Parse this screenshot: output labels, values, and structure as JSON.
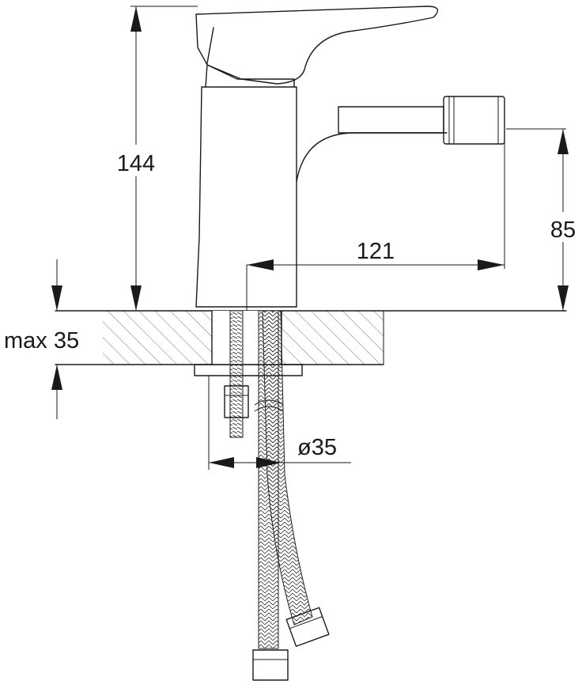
{
  "dimensions": {
    "height_total": "144",
    "outlet_height": "85",
    "spout_reach": "121",
    "max_deck_thickness": "max 35",
    "hole_diameter": "ø35"
  }
}
